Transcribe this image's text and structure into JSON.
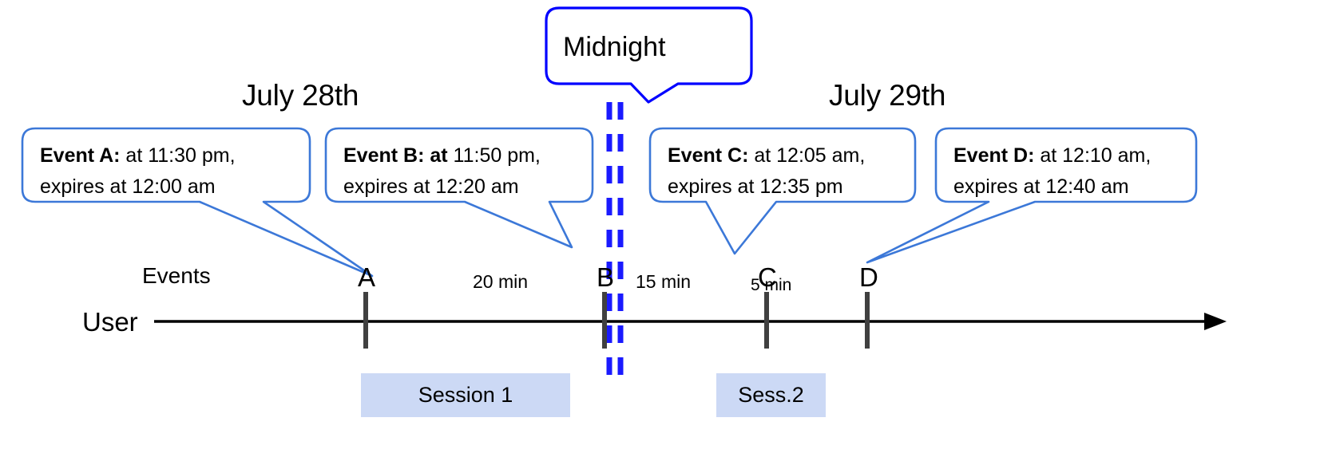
{
  "diagram": {
    "title_midnight": "Midnight",
    "dates": [
      {
        "label": "July 28th"
      },
      {
        "label": "July 29th"
      }
    ],
    "callouts": [
      {
        "id": "event-a",
        "bold_text": "Event A:",
        "rest_line1": " at 11:30 pm,",
        "line2": "expires at 12:00 am"
      },
      {
        "id": "event-b",
        "bold_text": "Event B: at",
        "rest_line1": " 11:50 pm,",
        "line2": "expires at 12:20 am"
      },
      {
        "id": "event-c",
        "bold_text": "Event C:",
        "rest_line1": " at 12:05 am,",
        "line2": "expires at 12:35 pm"
      },
      {
        "id": "event-d",
        "bold_text": "Event D:",
        "rest_line1": "  at 12:10 am,",
        "line2": "expires at 12:40 am"
      }
    ],
    "axis": {
      "row_label": "User",
      "events_label": "Events"
    },
    "markers": [
      {
        "letter": "A"
      },
      {
        "letter": "B"
      },
      {
        "letter": "C"
      },
      {
        "letter": "D"
      }
    ],
    "gaps": [
      {
        "label": "20 min"
      },
      {
        "label": "15 min"
      },
      {
        "label": "5 min"
      }
    ],
    "sessions": [
      {
        "label": "Session 1"
      },
      {
        "label": "Sess.2"
      }
    ],
    "colors": {
      "callout_border": "#3c78d8",
      "midnight_border": "#0000ff",
      "midnight_dash": "#1a1aff",
      "session_fill": "#ccd9f5",
      "axis": "#000000",
      "tick": "#404040"
    }
  }
}
